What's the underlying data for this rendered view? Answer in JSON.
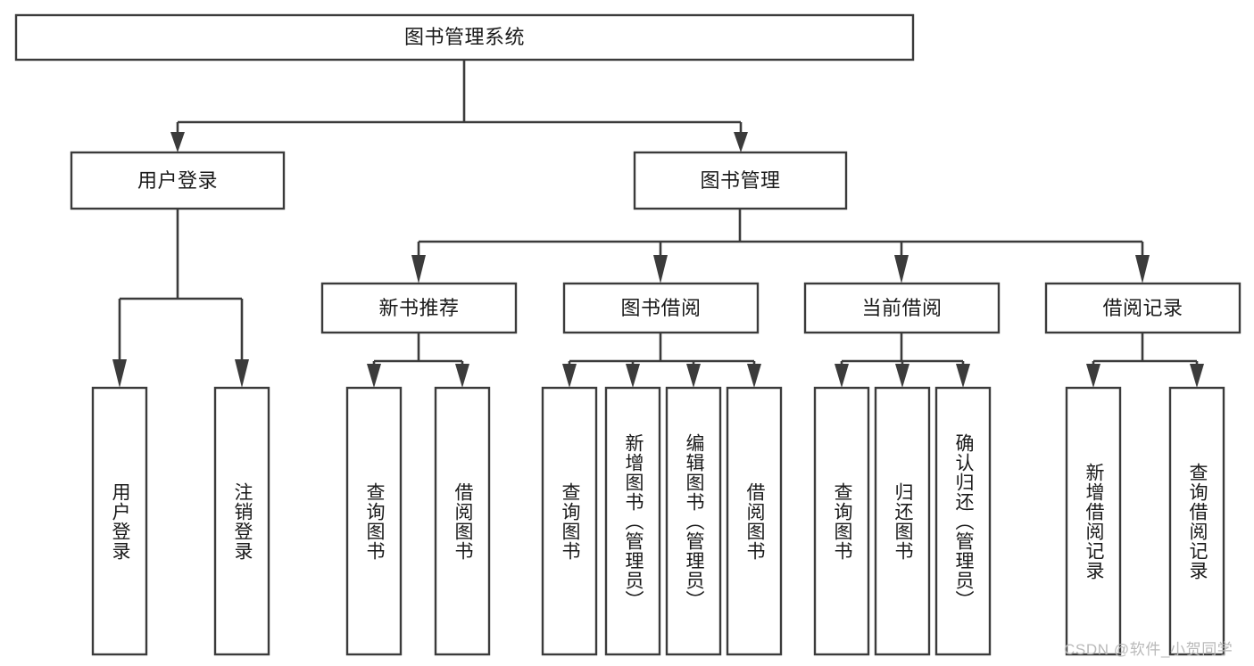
{
  "diagram": {
    "type": "tree-hierarchy",
    "title": "图书管理系统",
    "orientation": "top-down",
    "colors": {
      "stroke": "#3b3b3b",
      "box_fill": "#ffffff",
      "text": "#1a1a1a",
      "background": "#ffffff",
      "watermark": "#b9b9b9"
    },
    "levels": 4,
    "nodes": {
      "root": {
        "label": "图书管理系统",
        "level": 0,
        "text_direction": "horizontal"
      },
      "user_login": {
        "label": "用户登录",
        "level": 1,
        "text_direction": "horizontal"
      },
      "book_manage": {
        "label": "图书管理",
        "level": 1,
        "text_direction": "horizontal"
      },
      "new_book_rec": {
        "label": "新书推荐",
        "level": 2,
        "text_direction": "horizontal"
      },
      "book_borrow": {
        "label": "图书借阅",
        "level": 2,
        "text_direction": "horizontal"
      },
      "current_borrow": {
        "label": "当前借阅",
        "level": 2,
        "text_direction": "horizontal"
      },
      "borrow_record": {
        "label": "借阅记录",
        "level": 2,
        "text_direction": "horizontal"
      },
      "leaf_user_login": {
        "label": "用户登录",
        "level": 3,
        "text_direction": "vertical",
        "parent": "user_login"
      },
      "leaf_logout": {
        "label": "注销登录",
        "level": 3,
        "text_direction": "vertical",
        "parent": "user_login"
      },
      "leaf_query_book_1": {
        "label": "查询图书",
        "level": 3,
        "text_direction": "vertical",
        "parent": "new_book_rec"
      },
      "leaf_borrow_book_1": {
        "label": "借阅图书",
        "level": 3,
        "text_direction": "vertical",
        "parent": "new_book_rec"
      },
      "leaf_query_book_2": {
        "label": "查询图书",
        "level": 3,
        "text_direction": "vertical",
        "parent": "book_borrow"
      },
      "leaf_add_book": {
        "label": "新增图书（管理员）",
        "level": 3,
        "text_direction": "vertical",
        "parent": "book_borrow"
      },
      "leaf_edit_book": {
        "label": "编辑图书（管理员）",
        "level": 3,
        "text_direction": "vertical",
        "parent": "book_borrow"
      },
      "leaf_borrow_book_2": {
        "label": "借阅图书",
        "level": 3,
        "text_direction": "vertical",
        "parent": "book_borrow"
      },
      "leaf_query_book_3": {
        "label": "查询图书",
        "level": 3,
        "text_direction": "vertical",
        "parent": "current_borrow"
      },
      "leaf_return_book": {
        "label": "归还图书",
        "level": 3,
        "text_direction": "vertical",
        "parent": "current_borrow"
      },
      "leaf_confirm_return": {
        "label": "确认归还（管理员）",
        "level": 3,
        "text_direction": "vertical",
        "parent": "current_borrow"
      },
      "leaf_add_record": {
        "label": "新增借阅记录",
        "level": 3,
        "text_direction": "vertical",
        "parent": "borrow_record"
      },
      "leaf_query_record": {
        "label": "查询借阅记录",
        "level": 3,
        "text_direction": "vertical",
        "parent": "borrow_record"
      }
    },
    "edges": [
      {
        "from": "root",
        "to": "user_login"
      },
      {
        "from": "root",
        "to": "book_manage"
      },
      {
        "from": "book_manage",
        "to": "new_book_rec"
      },
      {
        "from": "book_manage",
        "to": "book_borrow"
      },
      {
        "from": "book_manage",
        "to": "current_borrow"
      },
      {
        "from": "book_manage",
        "to": "borrow_record"
      },
      {
        "from": "user_login",
        "to": "leaf_user_login"
      },
      {
        "from": "user_login",
        "to": "leaf_logout"
      },
      {
        "from": "new_book_rec",
        "to": "leaf_query_book_1"
      },
      {
        "from": "new_book_rec",
        "to": "leaf_borrow_book_1"
      },
      {
        "from": "book_borrow",
        "to": "leaf_query_book_2"
      },
      {
        "from": "book_borrow",
        "to": "leaf_add_book"
      },
      {
        "from": "book_borrow",
        "to": "leaf_edit_book"
      },
      {
        "from": "book_borrow",
        "to": "leaf_borrow_book_2"
      },
      {
        "from": "current_borrow",
        "to": "leaf_query_book_3"
      },
      {
        "from": "current_borrow",
        "to": "leaf_return_book"
      },
      {
        "from": "current_borrow",
        "to": "leaf_confirm_return"
      },
      {
        "from": "borrow_record",
        "to": "leaf_add_record"
      },
      {
        "from": "borrow_record",
        "to": "leaf_query_record"
      }
    ]
  },
  "watermark": {
    "text": "CSDN @软件_小贺同学"
  }
}
